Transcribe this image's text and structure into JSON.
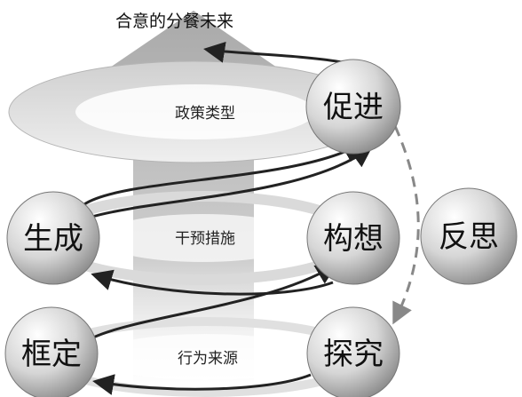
{
  "title": "合意的分餐未来",
  "rings": {
    "top": "政策类型",
    "middle": "干预措施",
    "bottom": "行为来源"
  },
  "nodes": {
    "promote": "促进",
    "generate": "生成",
    "conceive": "构想",
    "reflect": "反思",
    "frame": "框定",
    "explore": "探究"
  }
}
